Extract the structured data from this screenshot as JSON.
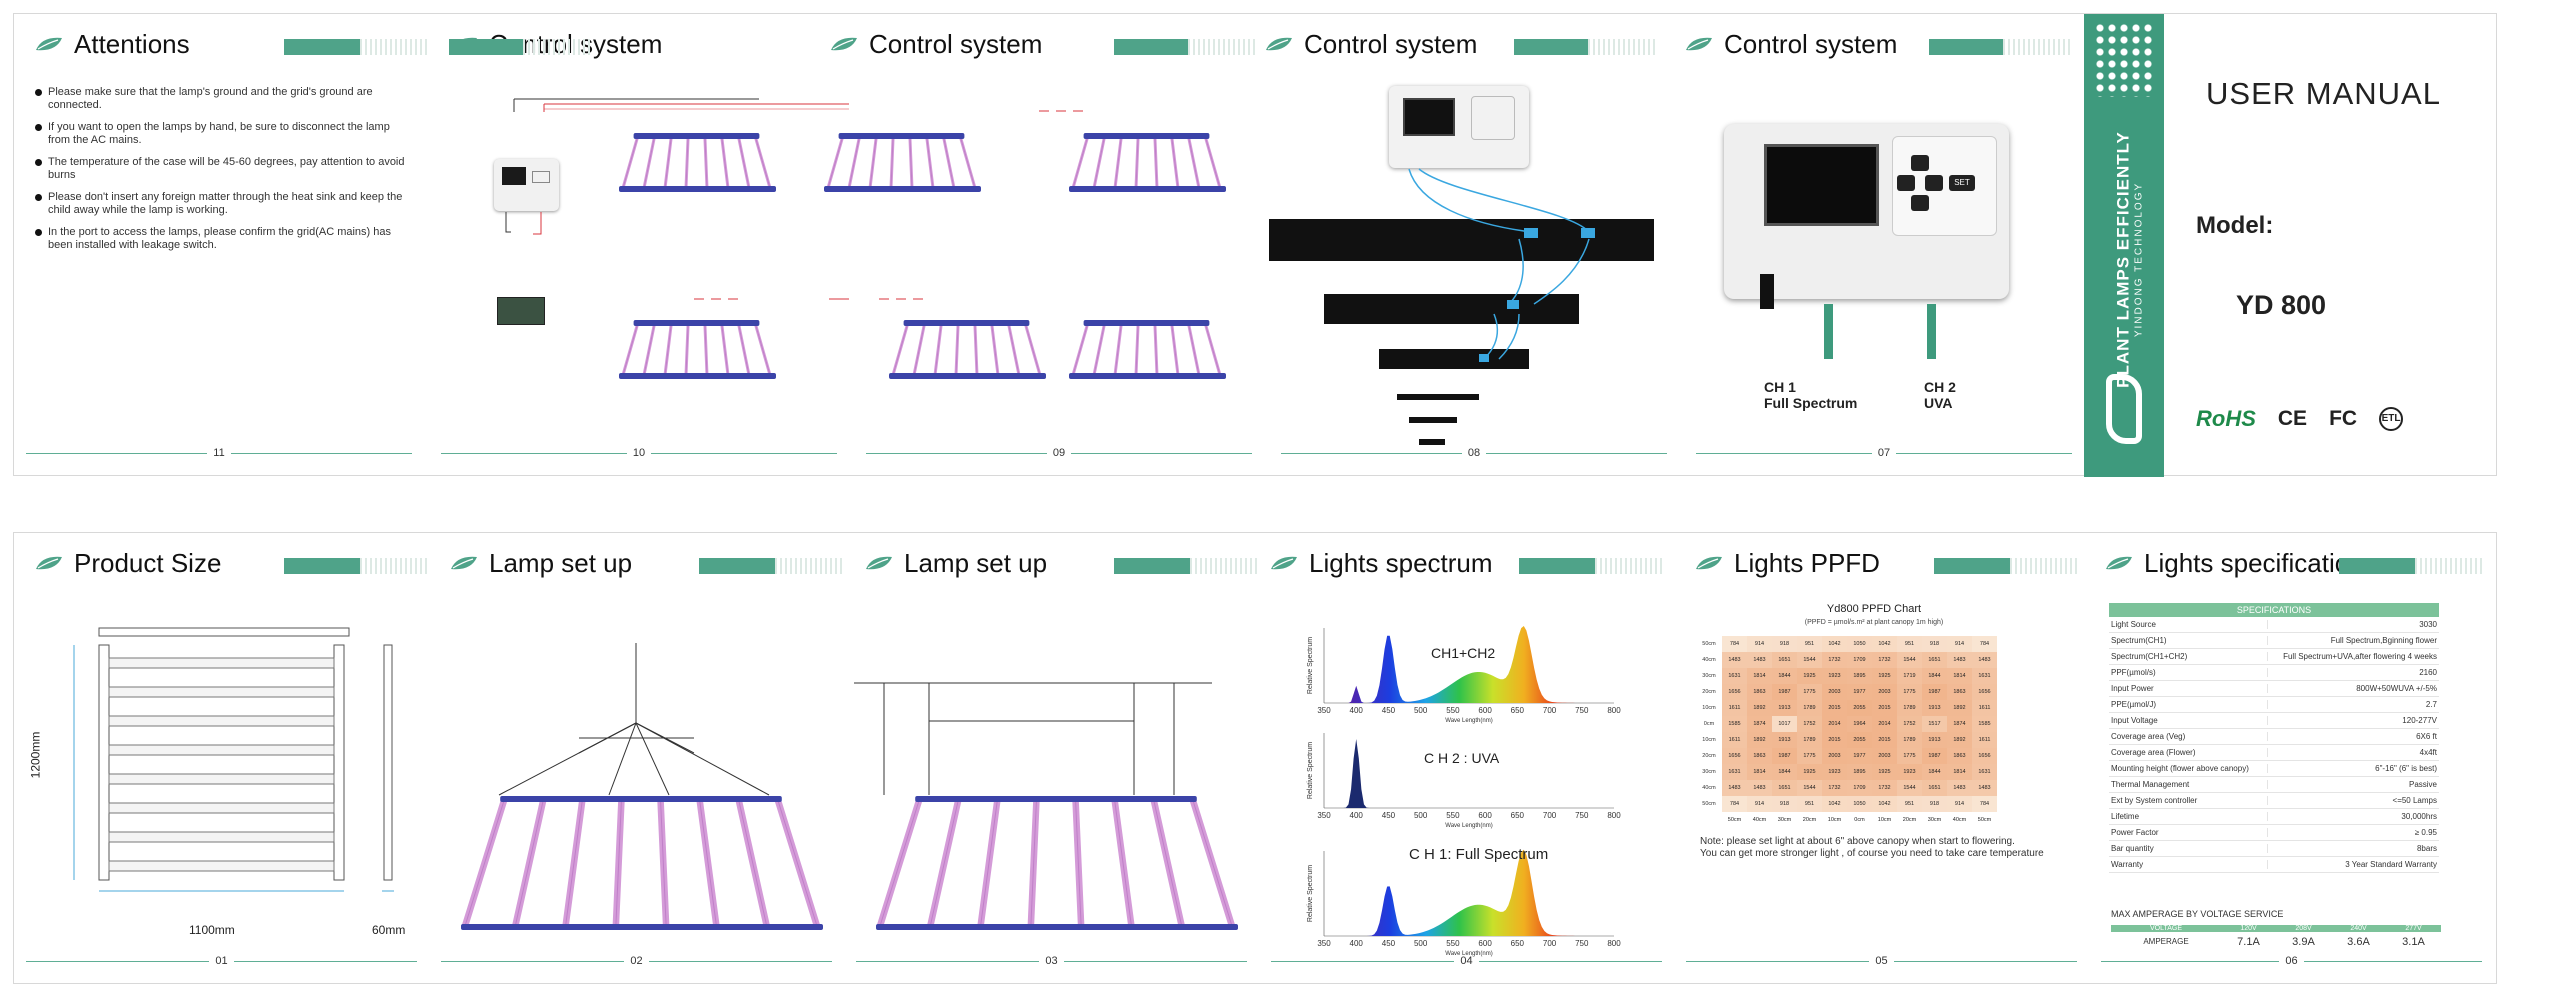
{
  "colors": {
    "accent": "#4fa389",
    "strip": "#3e9a7d",
    "lamp": "#3b43a8",
    "led": "#d49bd8",
    "wire": "#d9363e"
  },
  "top_panels": [
    {
      "title": "Attentions",
      "page": "11"
    },
    {
      "title": "Control system",
      "page": "10"
    },
    {
      "title": "Control system",
      "page": "09"
    },
    {
      "title": "Control system",
      "page": "08"
    },
    {
      "title": "Control system",
      "page": "07"
    }
  ],
  "attentions": [
    "Please make sure that the lamp's ground and the grid's ground are connected.",
    "If you want to open the lamps by hand, be sure to disconnect the lamp from the AC mains.",
    "The temperature of the case will be 45-60 degrees, pay attention to avoid burns",
    "Please don't insert any foreign matter through the heat sink and keep the child away while the lamp is working.",
    "In the port to access the lamps, please confirm the grid(AC mains) has been installed with leakage switch."
  ],
  "controller": {
    "ch1": "CH 1",
    "ch1_label": "Full Spectrum",
    "ch2": "CH 2",
    "ch2_label": "UVA",
    "set": "SET"
  },
  "cover": {
    "strip_text": "PLANT LAMPS EFFICIENTLY",
    "strip_sub": "YINDONG TECHNOLOGY",
    "title": "USER  MANUAL",
    "model_label": "Model:",
    "model": "YD 800",
    "certs": [
      "RoHS",
      "CE",
      "FC",
      "ETL"
    ]
  },
  "bottom_panels": [
    {
      "title": "Product Size",
      "page": "01"
    },
    {
      "title": "Lamp set up",
      "page": "02"
    },
    {
      "title": "Lamp set up",
      "page": "03"
    },
    {
      "title": "Lights spectrum",
      "page": "04"
    },
    {
      "title": "Lights PPFD",
      "page": "05"
    },
    {
      "title": "Lights specification",
      "page": "06"
    }
  ],
  "size": {
    "height": "1200mm",
    "width": "1100mm",
    "depth": "60mm"
  },
  "spectrum": {
    "ylabel": "Relative Spectrum",
    "xlabel": "Wave Length(nm)",
    "ticks": [
      "350",
      "400",
      "450",
      "500",
      "550",
      "600",
      "650",
      "700",
      "750",
      "800"
    ],
    "charts": [
      {
        "label": "CH1+CH2"
      },
      {
        "label": "C H 2 : UVA"
      },
      {
        "label": "C H 1: Full Spectrum"
      }
    ]
  },
  "ppfd": {
    "title": "Yd800 PPFD Chart",
    "subtitle": "(PPFD = µmol/s.m² at plant canopy 1m high)",
    "row_labels": [
      "50cm",
      "40cm",
      "30cm",
      "20cm",
      "10cm",
      "0cm",
      "10cm",
      "20cm",
      "30cm",
      "40cm",
      "50cm"
    ],
    "col_labels": [
      "50cm",
      "40cm",
      "30cm",
      "20cm",
      "10cm",
      "0cm",
      "10cm",
      "20cm",
      "30cm",
      "40cm",
      "50cm"
    ],
    "rows": [
      [
        "784",
        "914",
        "918",
        "951",
        "1042",
        "1050",
        "1042",
        "951",
        "918",
        "914",
        "784"
      ],
      [
        "1483",
        "1483",
        "1651",
        "1544",
        "1732",
        "1709",
        "1732",
        "1544",
        "1651",
        "1483",
        "1483"
      ],
      [
        "1631",
        "1814",
        "1844",
        "1925",
        "1923",
        "1895",
        "1925",
        "1719",
        "1844",
        "1814",
        "1631"
      ],
      [
        "1656",
        "1863",
        "1987",
        "1775",
        "2003",
        "1977",
        "2003",
        "1775",
        "1987",
        "1863",
        "1656"
      ],
      [
        "1611",
        "1892",
        "1913",
        "1789",
        "2015",
        "2055",
        "2015",
        "1789",
        "1913",
        "1892",
        "1611"
      ],
      [
        "1585",
        "1874",
        "1017",
        "1752",
        "2014",
        "1964",
        "2014",
        "1752",
        "1517",
        "1874",
        "1585"
      ],
      [
        "1611",
        "1892",
        "1913",
        "1789",
        "2015",
        "2055",
        "2015",
        "1789",
        "1913",
        "1892",
        "1611"
      ],
      [
        "1656",
        "1863",
        "1987",
        "1775",
        "2003",
        "1977",
        "2003",
        "1775",
        "1987",
        "1863",
        "1656"
      ],
      [
        "1631",
        "1814",
        "1844",
        "1925",
        "1923",
        "1895",
        "1925",
        "1923",
        "1844",
        "1814",
        "1631"
      ],
      [
        "1483",
        "1483",
        "1651",
        "1544",
        "1732",
        "1709",
        "1732",
        "1544",
        "1651",
        "1483",
        "1483"
      ],
      [
        "784",
        "914",
        "918",
        "951",
        "1042",
        "1050",
        "1042",
        "951",
        "918",
        "914",
        "784"
      ]
    ],
    "note1": "Note: please set light at about 6\" above canopy when start to flowering.",
    "note2": "You can get more stronger light , of course you need to take care temperature"
  },
  "spec": {
    "header": "SPECIFICATIONS",
    "rows": [
      [
        "Light Source",
        "3030"
      ],
      [
        "Spectrum(CH1)",
        "Full Spectrum,Bginning flower"
      ],
      [
        "Spectrum(CH1+CH2)",
        "Full Spectrum+UVA,after flowering 4 weeks"
      ],
      [
        "PPF(µmol/s)",
        "2160"
      ],
      [
        "Input Power",
        "800W+50WUVA +/-5%"
      ],
      [
        "PPE(µmol/J)",
        "2.7"
      ],
      [
        "Input Voltage",
        "120-277V"
      ],
      [
        "Coverage area (Veg)",
        "6X6 ft"
      ],
      [
        "Coverage area (Flower)",
        "4x4ft"
      ],
      [
        "Mounting height (flower above canopy)",
        "6\"-16\" (6\" is best)"
      ],
      [
        "Thermal Management",
        "Passive"
      ],
      [
        "Ext by System controller",
        "<=50 Lamps"
      ],
      [
        "Lifetime",
        "30,000hrs"
      ],
      [
        "Power Factor",
        "≥ 0.95"
      ],
      [
        "Bar quantity",
        "8bars"
      ],
      [
        "Warranty",
        "3 Year Standard Warranty"
      ]
    ],
    "amp_title": "MAX AMPERAGE BY VOLTAGE SERVICE",
    "amp_head": [
      "VOLTAGE",
      "120V",
      "208V",
      "240V",
      "277V"
    ],
    "amp_vals": [
      "AMPERAGE",
      "7.1A",
      "3.9A",
      "3.6A",
      "3.1A"
    ]
  }
}
